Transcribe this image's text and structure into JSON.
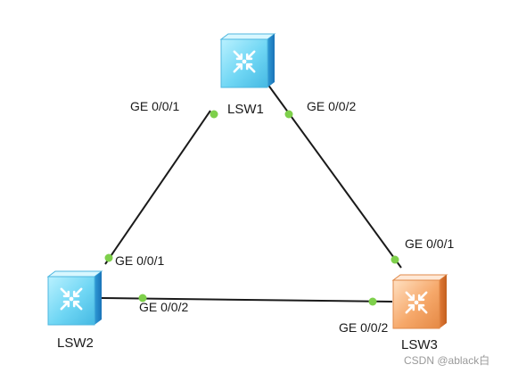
{
  "nodes": [
    {
      "id": "lsw1",
      "label": "LSW1",
      "color": "#6fd6f4"
    },
    {
      "id": "lsw2",
      "label": "LSW2",
      "color": "#6fd6f4"
    },
    {
      "id": "lsw3",
      "label": "LSW3",
      "color": "#f6a86a"
    }
  ],
  "links": [
    {
      "from": "lsw1",
      "to": "lsw2",
      "from_port": "GE 0/0/1",
      "to_port": "GE 0/0/1"
    },
    {
      "from": "lsw1",
      "to": "lsw3",
      "from_port": "GE 0/0/2",
      "to_port": "GE 0/0/1"
    },
    {
      "from": "lsw2",
      "to": "lsw3",
      "from_port": "GE 0/0/2",
      "to_port": "GE 0/0/2"
    }
  ],
  "watermark": "CSDN @ablack白",
  "colors": {
    "link": "#1a1a1a",
    "port_dot": "#7ed04b"
  }
}
